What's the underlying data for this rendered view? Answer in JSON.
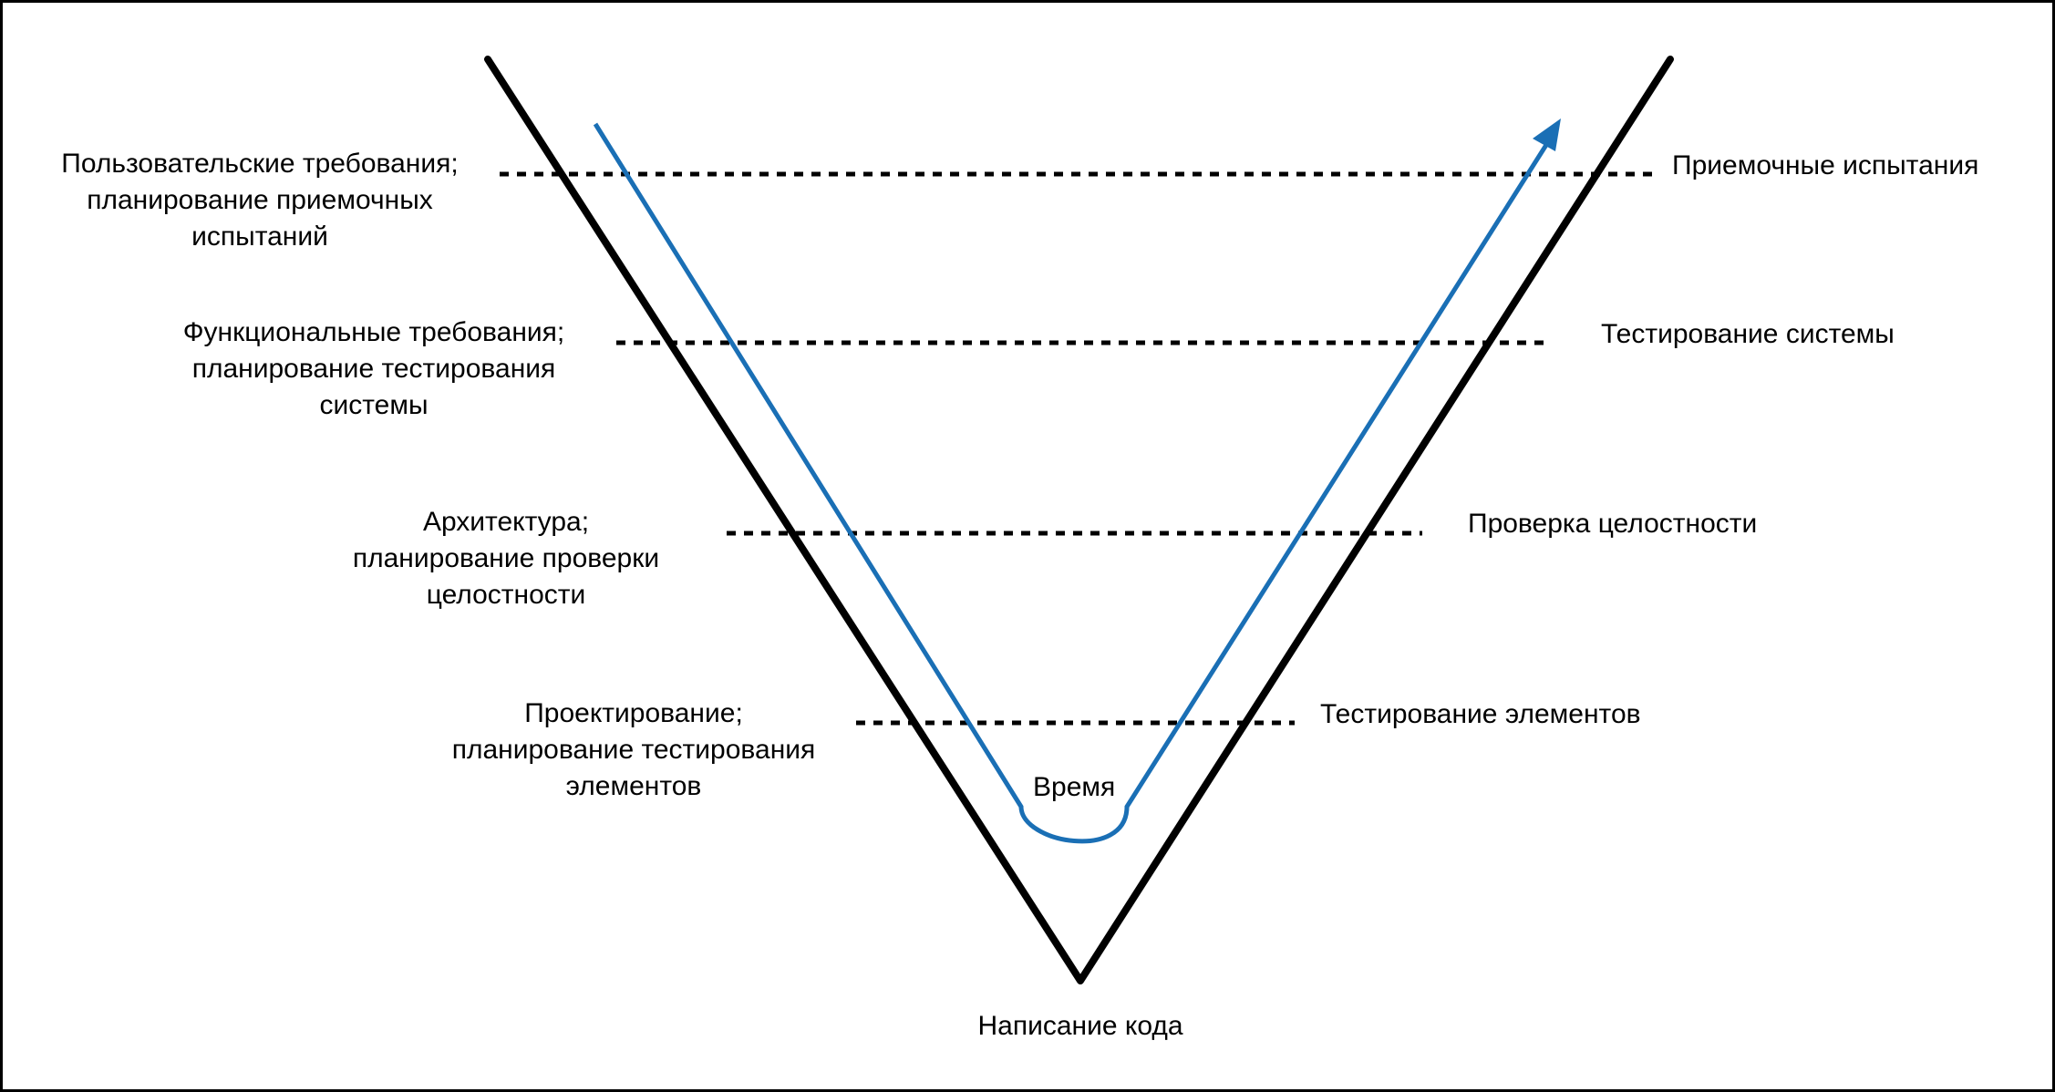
{
  "colors": {
    "v_outline": "#000000",
    "time_arrow": "#1a6fb5",
    "dotted_lines": "#000000",
    "text": "#000000",
    "background": "#ffffff"
  },
  "left_labels": [
    {
      "lines": [
        "Пользовательские требования;",
        "планирование приемочных",
        "испытаний"
      ]
    },
    {
      "lines": [
        "Функциональные требования;",
        "планирование тестирования",
        "системы"
      ]
    },
    {
      "lines": [
        "Архитектура;",
        "планирование проверки",
        "целостности"
      ]
    },
    {
      "lines": [
        "Проектирование;",
        "планирование тестирования",
        "элементов"
      ]
    }
  ],
  "right_labels": [
    "Приемочные испытания",
    "Тестирование системы",
    "Проверка целостности",
    "Тестирование элементов"
  ],
  "time_label": "Время",
  "bottom_label": "Написание кода"
}
